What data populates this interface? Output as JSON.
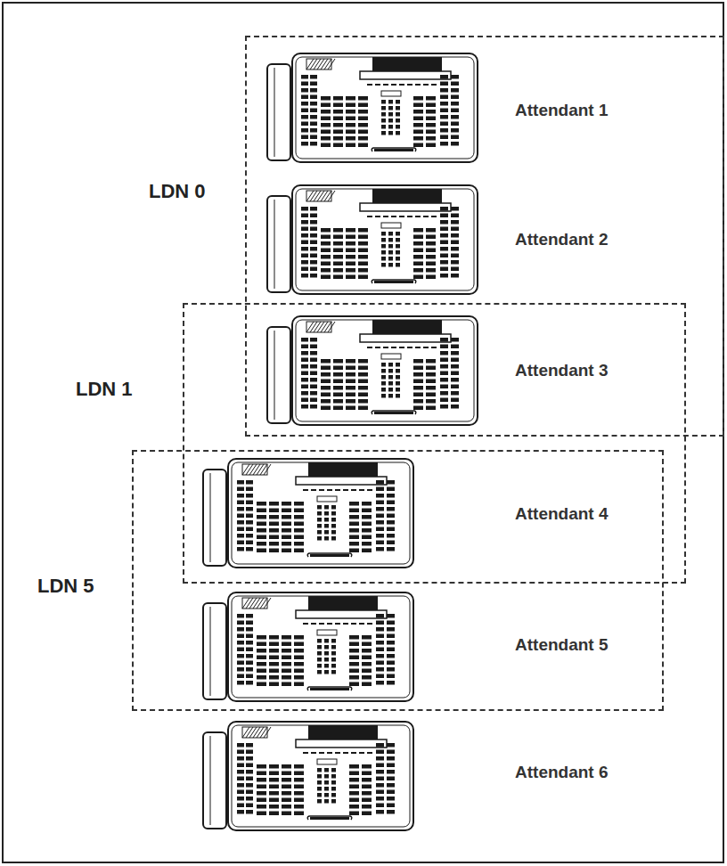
{
  "diagram": {
    "nodes": [
      {
        "text": [
          "LDN 0"
        ]
      },
      {
        "text": [
          "LDN 1"
        ]
      },
      {
        "text": [
          "LDN 5"
        ]
      }
    ],
    "labels": [
      "Attendant 1",
      "Attendant 2",
      "Attendant 3",
      "Attendant 4",
      "Attendant 5",
      "Attendant 6"
    ]
  }
}
